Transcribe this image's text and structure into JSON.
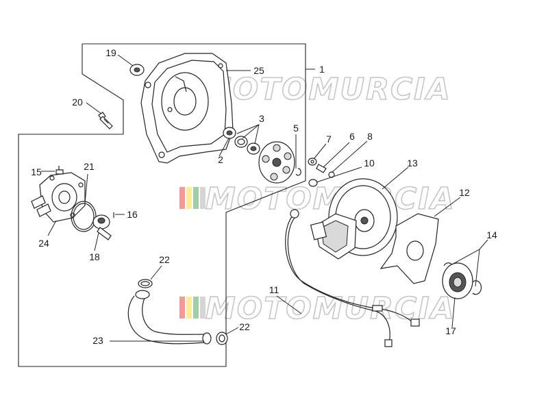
{
  "watermark": {
    "text": "MOTOMURCIA",
    "colors": [
      "#e53935",
      "#fdd835",
      "#43a047"
    ]
  },
  "callouts": {
    "c1": "1",
    "c2": "2",
    "c3": "3",
    "c5": "5",
    "c6": "6",
    "c7": "7",
    "c8": "8",
    "c10": "10",
    "c11": "11",
    "c12": "12",
    "c13": "13",
    "c14": "14",
    "c15": "15",
    "c16": "16",
    "c17": "17",
    "c18": "18",
    "c19": "19",
    "c20": "20",
    "c21": "21",
    "c22a": "22",
    "c22b": "22",
    "c23": "23",
    "c24": "24",
    "c25": "25"
  }
}
